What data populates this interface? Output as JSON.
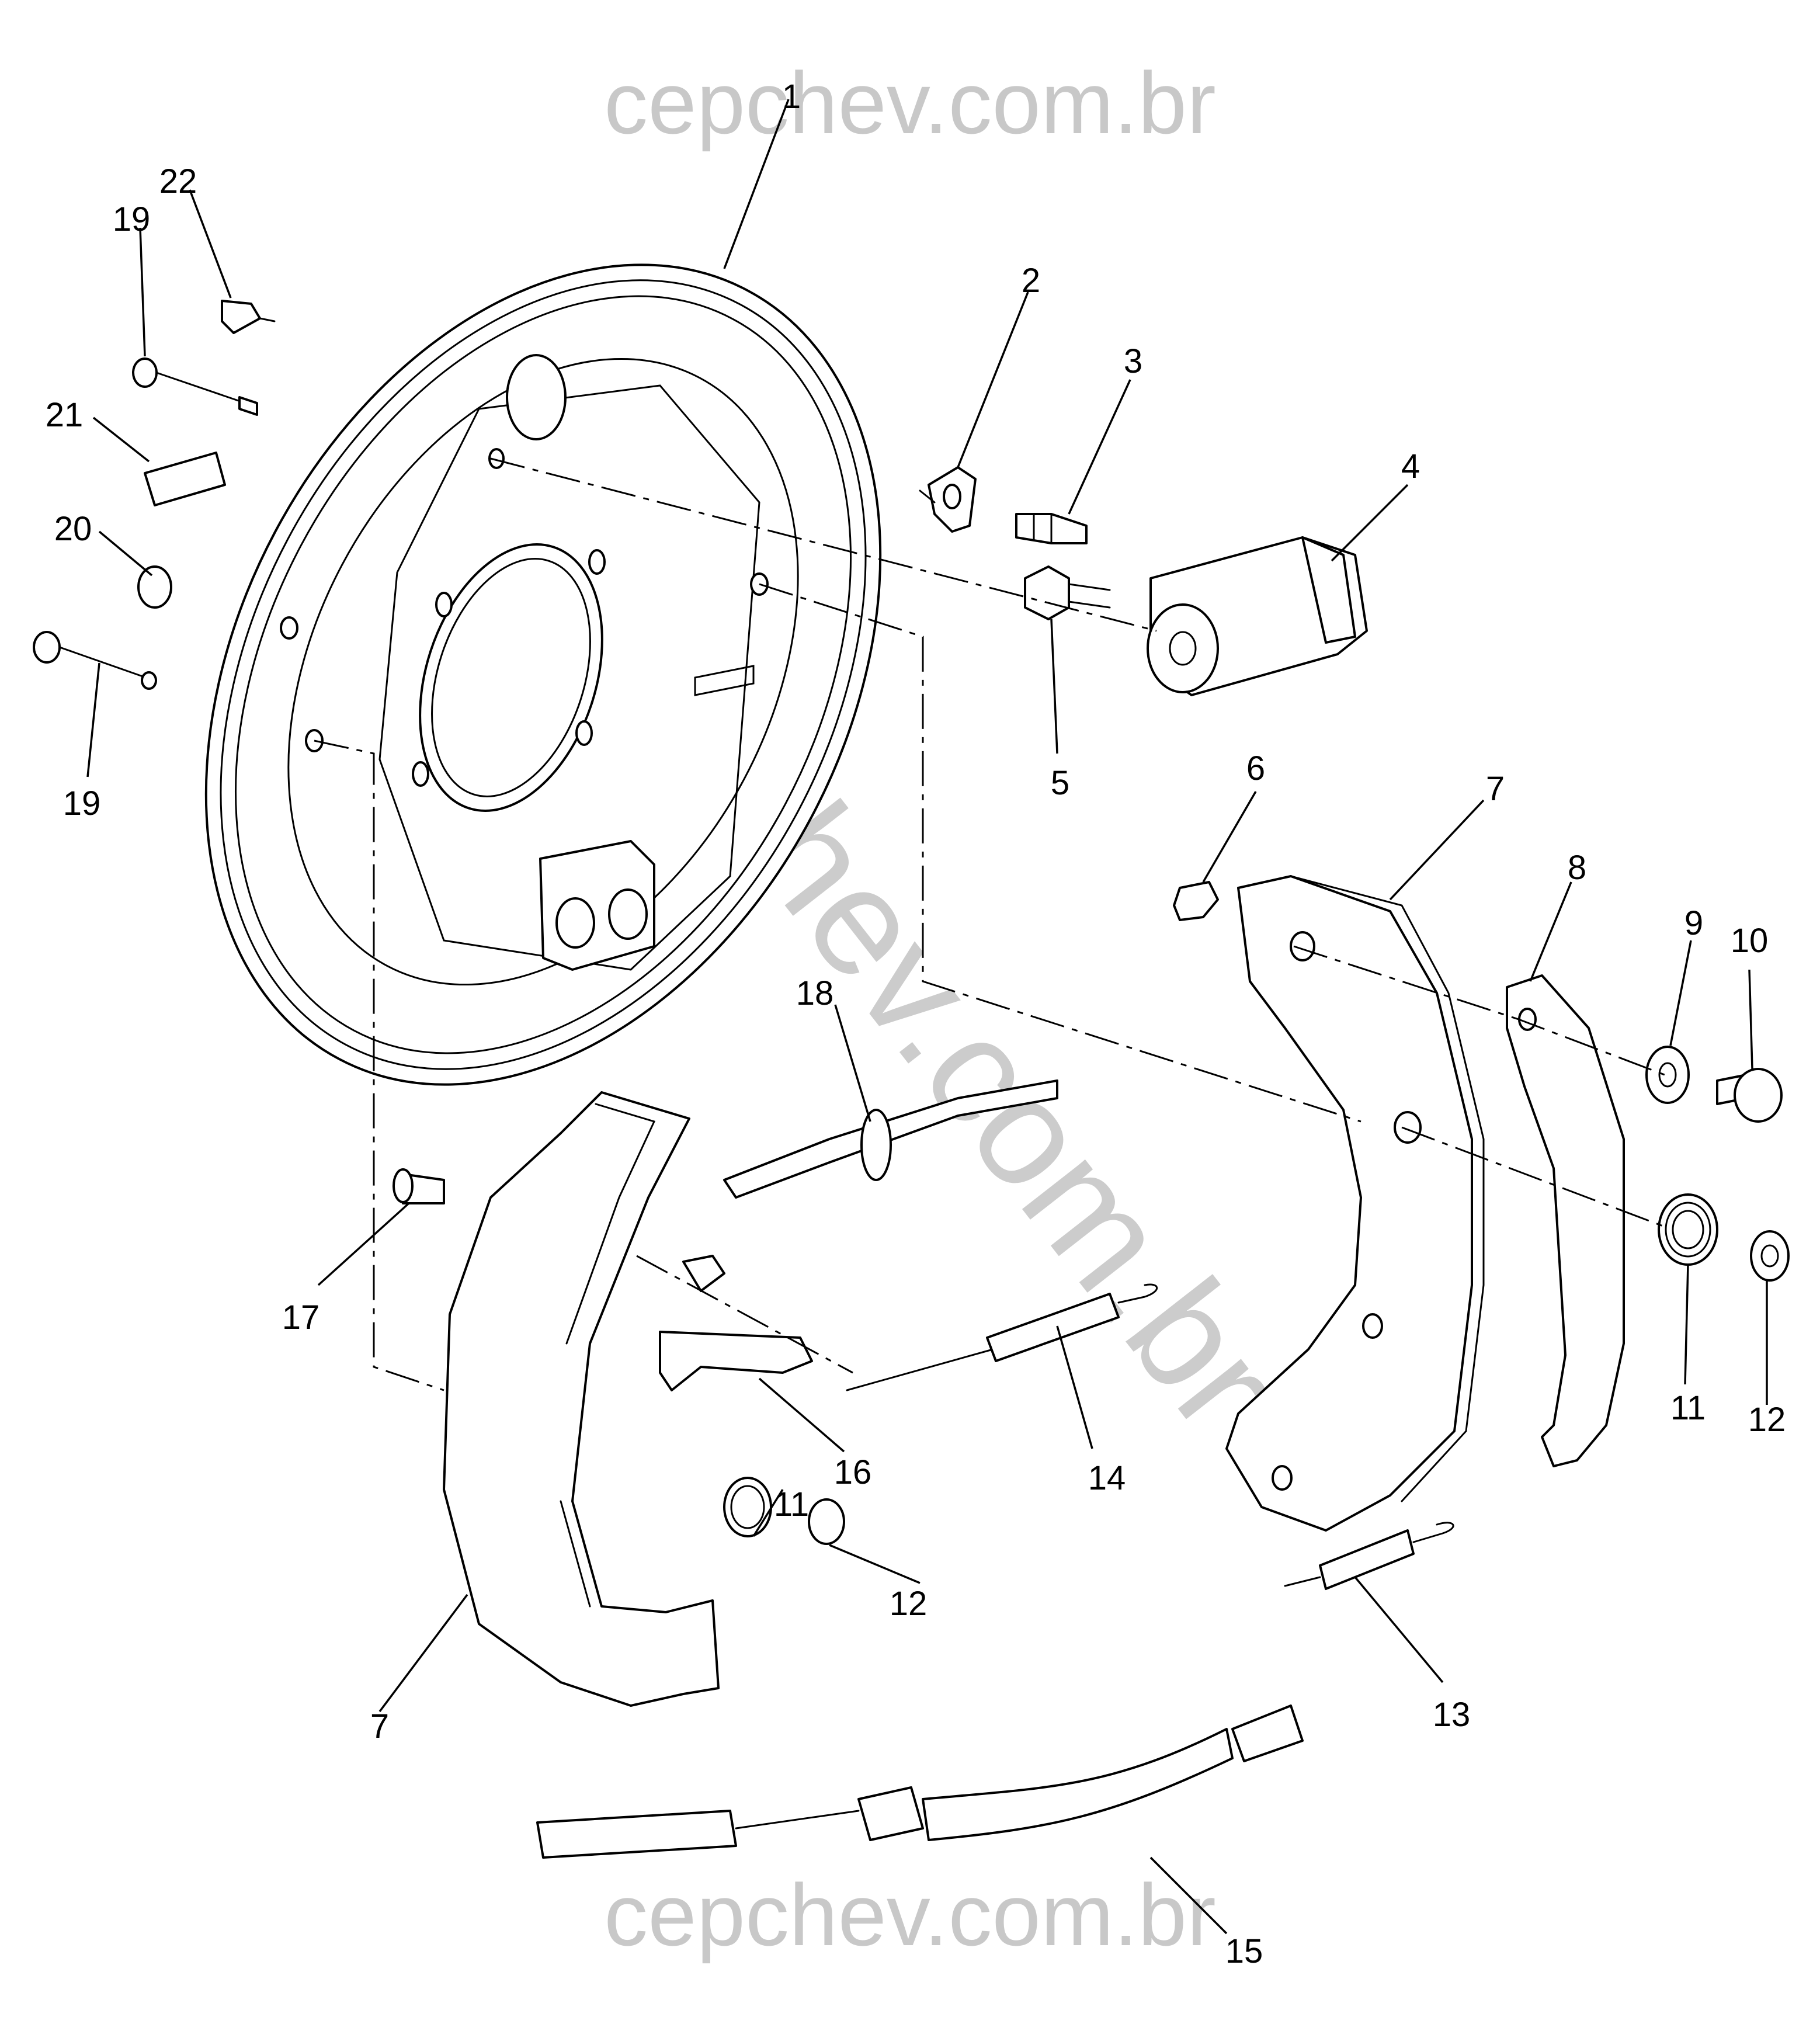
{
  "watermarks": {
    "top": "cepchev.com.br",
    "bottom": "cepchev.com.br",
    "diagonal": "cepchev.com.br"
  },
  "callouts": {
    "c1": "1",
    "c2": "2",
    "c3": "3",
    "c4": "4",
    "c5": "5",
    "c6": "6",
    "c7a": "7",
    "c7b": "7",
    "c8": "8",
    "c9": "9",
    "c10": "10",
    "c11a": "11",
    "c11b": "11",
    "c12a": "12",
    "c12b": "12",
    "c13": "13",
    "c14": "14",
    "c15": "15",
    "c16": "16",
    "c17": "17",
    "c18": "18",
    "c19a": "19",
    "c19b": "19",
    "c20": "20",
    "c21": "21",
    "c22": "22"
  }
}
